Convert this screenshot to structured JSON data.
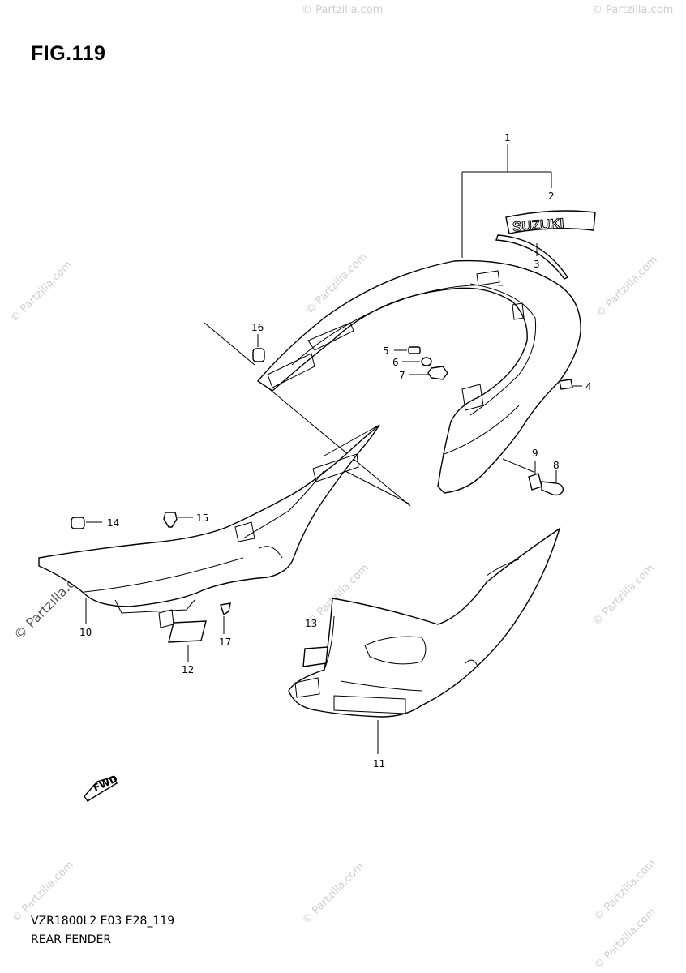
{
  "figure": {
    "title": "FIG.119",
    "model_code": "VZR1800L2 E03 E28_119",
    "section_name": "REAR FENDER"
  },
  "callouts": [
    "1",
    "2",
    "3",
    "4",
    "5",
    "6",
    "7",
    "8",
    "9",
    "10",
    "11",
    "12",
    "13",
    "14",
    "15",
    "16",
    "17"
  ],
  "decal_text": "SUZUKI",
  "arrow_label": "FWD",
  "watermark": {
    "text": "© Partzilla.com",
    "big_text": "© Partzilla.com"
  }
}
